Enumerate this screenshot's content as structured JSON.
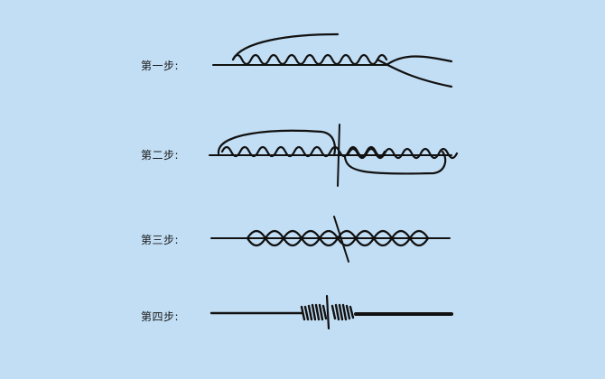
{
  "background_color": "#C2DEF4",
  "line_color": "#111111",
  "steps": [
    {
      "label": "第一步:"
    },
    {
      "label": "第二步:"
    },
    {
      "label": "第三步:"
    },
    {
      "label": "第四步:"
    }
  ]
}
